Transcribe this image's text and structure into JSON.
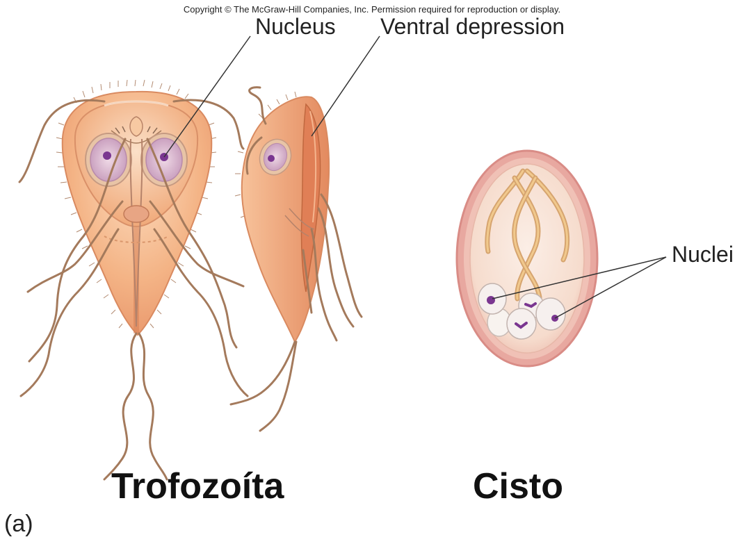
{
  "copyright": "Copyright © The McGraw-Hill Companies, Inc. Permission required for reproduction or display.",
  "labels": {
    "nucleus": "Nucleus",
    "ventral_depression": "Ventral depression",
    "nuclei": "Nuclei",
    "trophozoite": "Trofozoíta",
    "cyst": "Cisto",
    "panel": "(a)"
  },
  "colors": {
    "body_fill": "#f4b486",
    "body_dark": "#e58d62",
    "body_light": "#fbd3b2",
    "flagella": "#a47a5c",
    "nucleus_fill": "#ddb7cf",
    "nucleolus": "#7a3690",
    "cyst_wall": "#e49c97",
    "cyst_inner": "#f8e4d8",
    "leader": "#333333"
  }
}
